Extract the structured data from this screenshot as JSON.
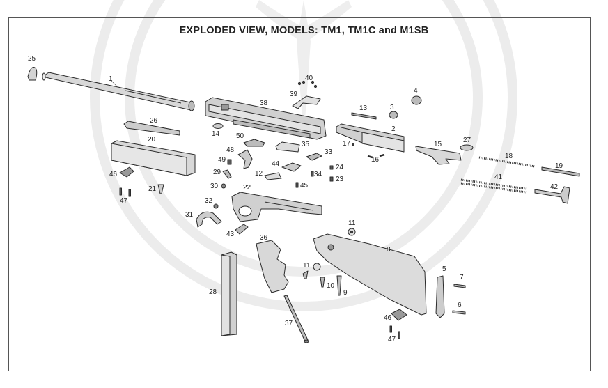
{
  "title": "EXPLODED VIEW, MODELS: TM1, TM1C and M1SB",
  "colors": {
    "ink": "#2a2a2a",
    "part_fill": "#d4d4d4",
    "part_fill_dark": "#a9a9a9",
    "watermark": "#e9e9e9"
  },
  "part_labels": [
    "1",
    "2",
    "3",
    "4",
    "5",
    "6",
    "7",
    "8",
    "9",
    "10",
    "11",
    "11",
    "12",
    "13",
    "14",
    "15",
    "16",
    "17",
    "18",
    "19",
    "20",
    "21",
    "22",
    "23",
    "24",
    "25",
    "26",
    "27",
    "28",
    "29",
    "30",
    "31",
    "32",
    "33",
    "34",
    "35",
    "36",
    "37",
    "38",
    "39",
    "40",
    "41",
    "42",
    "43",
    "44",
    "45",
    "46",
    "46",
    "47",
    "47",
    "48",
    "49",
    "50"
  ]
}
